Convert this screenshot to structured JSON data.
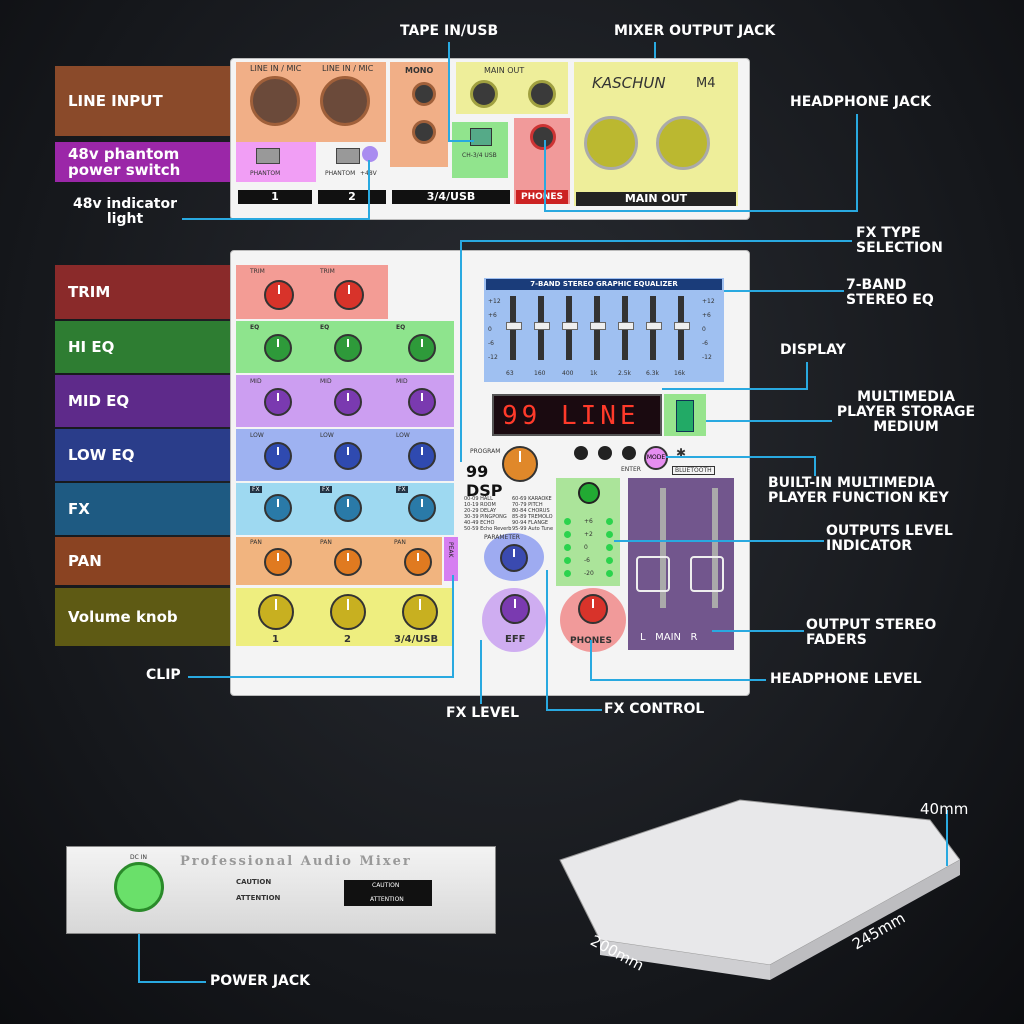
{
  "left_labels": [
    {
      "text": "LINE INPUT",
      "color": "#8a4a2a"
    },
    {
      "text": "48v phantom power switch",
      "color": "#9b27a8"
    },
    {
      "text": "TRIM",
      "color": "#8a2a2a"
    },
    {
      "text": "HI EQ",
      "color": "#2e7d32"
    },
    {
      "text": "MID EQ",
      "color": "#5e2a8a"
    },
    {
      "text": "LOW EQ",
      "color": "#2a3d8a"
    },
    {
      "text": "FX",
      "color": "#1e5a82"
    },
    {
      "text": "PAN",
      "color": "#8a4322"
    },
    {
      "text": "Volume knob",
      "color": "#5e5a14"
    }
  ],
  "callouts": {
    "indicator_48v": "48v indicator light",
    "tape_in": "TAPE IN/USB",
    "mixer_output": "MIXER OUTPUT JACK",
    "headphone_jack": "HEADPHONE JACK",
    "fx_type": "FX TYPE SELECTION",
    "eq7": "7-BAND STEREO EQ",
    "display": "DISPLAY",
    "storage": "MULTIMEDIA PLAYER STORAGE MEDIUM",
    "player_key": "BUILT-IN MULTIMEDIA PLAYER FUNCTION KEY",
    "level_ind": "OUTPUTS LEVEL INDICATOR",
    "faders": "OUTPUT STEREO FADERS",
    "hp_level": "HEADPHONE LEVEL",
    "fx_control": "FX CONTROL",
    "fx_level": "FX LEVEL",
    "clip": "CLIP",
    "power": "POWER JACK"
  },
  "mixer": {
    "brand": "KASCHUN",
    "model": "M4",
    "line_in_mic": "LINE IN / MIC",
    "mono": "MONO",
    "main_out": "MAIN OUT",
    "ch1": "1",
    "ch2": "2",
    "ch34": "3/4/USB",
    "phones": "PHONES",
    "phantom": "PHANTOM",
    "plus48": "+48V",
    "ch34usb": "CH-3/4 USB",
    "eq_title": "7-BAND STEREO GRAPHIC EQUALIZER",
    "eq_freqs": [
      "63",
      "160",
      "400",
      "1k",
      "2.5k",
      "6.3k",
      "16k"
    ],
    "eq_scale": [
      "+12",
      "+6",
      "0",
      "-6",
      "-12"
    ],
    "display_text": "99 LINE",
    "dsp": "99 DSP",
    "program": "PROGRAM",
    "parameter": "PARAMETER",
    "eff": "EFF",
    "mode": "MODE",
    "bluetooth": "BLUETOOTH",
    "enter": "ENTER",
    "main_fader": "L   MAIN   R",
    "trim": "TRIM",
    "eq": "EQ",
    "mid": "MID",
    "low": "LOW",
    "fx": "FX",
    "pan": "PAN",
    "peak": "PEAK",
    "level_marks": [
      "+6",
      "+2",
      "0",
      "-6",
      "-20"
    ],
    "fx_list": [
      "00-09 HALL",
      "10-19 ROOM",
      "20-29 DELAY",
      "30-39 PINGPONG",
      "40-49 ECHO",
      "50-59 Echo Reverb",
      "60-69 KARAOKE",
      "70-79 PITCH",
      "80-84 CHORUS",
      "85-89 TREMOLO",
      "90-94 FLANGE",
      "95-99 Auto Tune"
    ]
  },
  "back": {
    "title": "Professional Audio Mixer",
    "dc_in": "DC IN",
    "caution": "CAUTION",
    "attention": "ATTENTION"
  },
  "dims": {
    "h": "40mm",
    "w": "200mm",
    "d": "245mm"
  }
}
